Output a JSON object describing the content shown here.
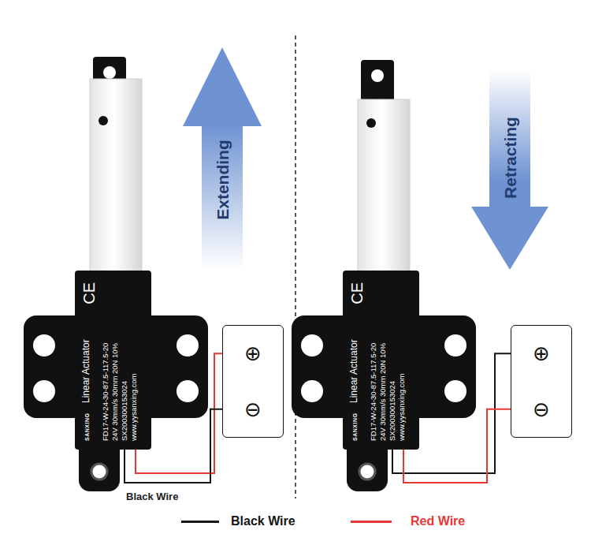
{
  "diagram": {
    "nodes": [
      {
        "text": [
          "SANXING",
          "Linear Actuator",
          "FD17-W-24-30-87.5-117.5-20",
          "24V 30mm/s 30mm 20N 10%",
          "SX200300153024",
          "www.yysanxing.com",
          "CE"
        ]
      },
      {
        "text": [
          "Extending"
        ]
      },
      {
        "text": [
          "⊕",
          "⊖"
        ]
      },
      {
        "text": [
          "SANXING",
          "Linear Actuator",
          "FD17-W-24-30-87.5-117.5-20",
          "24V 30mm/s 30mm 20N 10%",
          "SX200300153024",
          "www.yysanxing.com",
          "CE"
        ]
      },
      {
        "text": [
          "Retracting"
        ]
      },
      {
        "text": [
          "⊕",
          "⊖"
        ]
      }
    ],
    "edges": [
      {
        "from": 0,
        "to": 2,
        "arrow": "none"
      },
      {
        "from": 0,
        "to": 2,
        "arrow": "none"
      },
      {
        "from": 3,
        "to": 5,
        "arrow": "none"
      },
      {
        "from": 3,
        "to": 5,
        "arrow": "none"
      }
    ],
    "labels": [
      "Black Wire"
    ],
    "legend": [
      {
        "text": "Black Wire"
      },
      {
        "text": "Red Wire"
      }
    ]
  }
}
